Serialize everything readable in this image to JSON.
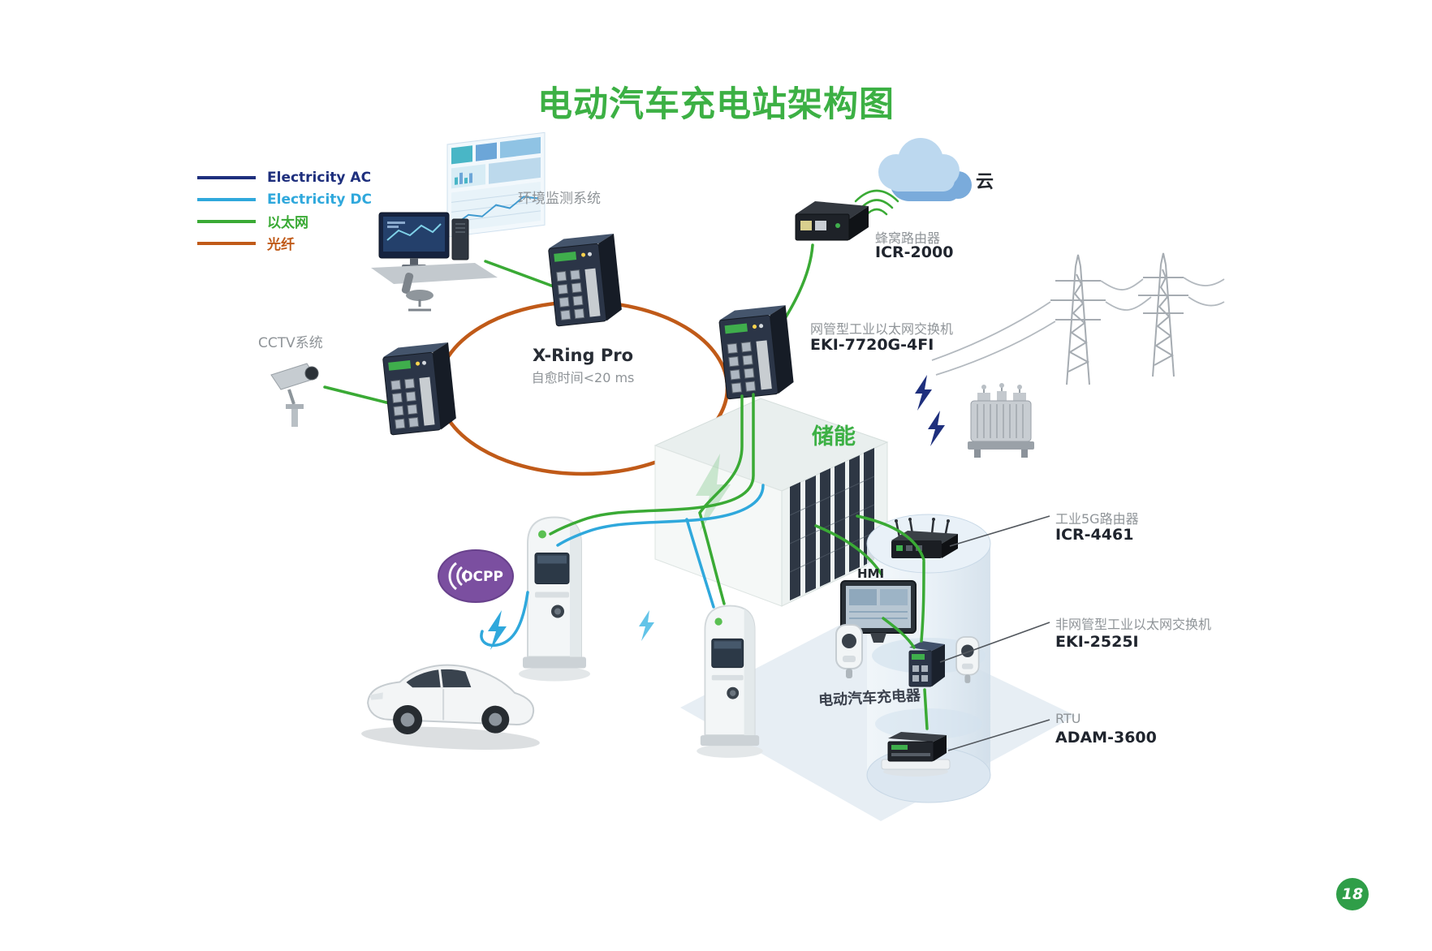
{
  "title": "电动汽车充电站架构图",
  "page_number": "18",
  "legend": {
    "items": [
      {
        "label": "Electricity AC",
        "color": "#1e2f7d"
      },
      {
        "label": "Electricity DC",
        "color": "#2fa8dc"
      },
      {
        "label": "以太网",
        "color": "#3aaa35"
      },
      {
        "label": "光纤",
        "color": "#c05a18"
      }
    ]
  },
  "nodes": {
    "env_monitor": {
      "label": "环境监测系统"
    },
    "cctv": {
      "label": "CCTV系统"
    },
    "xring": {
      "name": "X-Ring Pro",
      "subtitle": "自愈时间<20 ms"
    },
    "cloud": {
      "label": "云"
    },
    "cellular_router": {
      "type": "蜂窝路由器",
      "model": "ICR-2000"
    },
    "managed_switch": {
      "type": "网管型工业以太网交换机",
      "model": "EKI-7720G-4FI"
    },
    "energy_storage": {
      "label": "储能"
    },
    "router_5g": {
      "type": "工业5G路由器",
      "model": "ICR-4461"
    },
    "hmi": {
      "label": "HMI"
    },
    "unmanaged_switch": {
      "type": "非网管型工业以太网交换机",
      "model": "EKI-2525I"
    },
    "rtu": {
      "type": "RTU",
      "model": "ADAM-3600"
    },
    "ev_charger_group": {
      "label": "电动汽车充电器"
    },
    "ocpp": {
      "label": "OCPP"
    }
  },
  "colors": {
    "title_green": "#3cb044",
    "ethernet": "#3aaa35",
    "fiber": "#c05a18",
    "electricity_ac": "#1e2f7d",
    "electricity_dc": "#2fa8dc",
    "ocpp_purple": "#7b4fa0",
    "page_badge_green": "#2f9e48"
  }
}
